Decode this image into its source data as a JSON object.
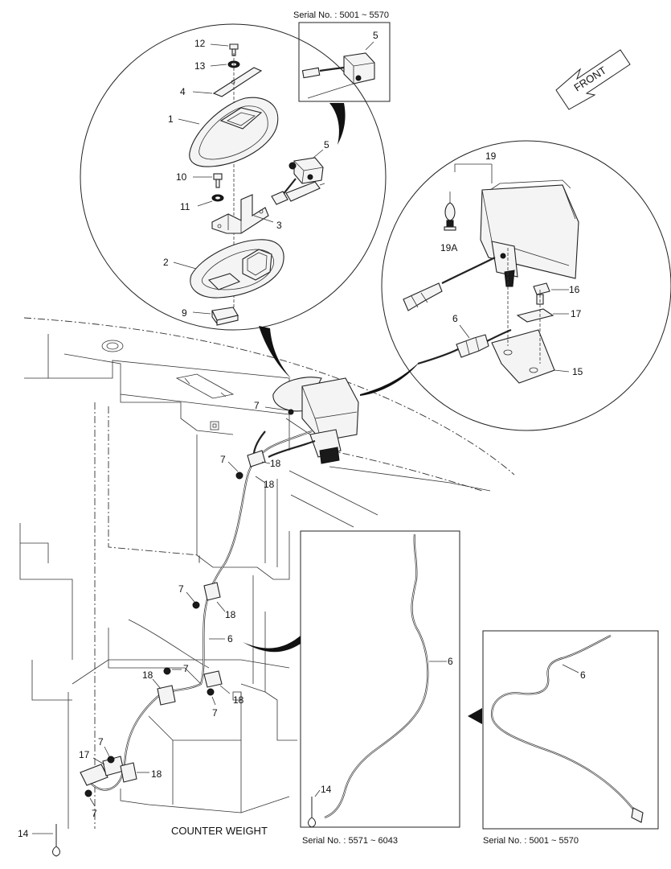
{
  "serial_top": "Serial No. : 5001 ~ 5570",
  "serial_mid": "Serial No. : 5571 ~ 6043",
  "serial_right": "Serial No. : 5001 ~ 5570",
  "front_label": "FRONT",
  "counter_weight_label": "COUNTER WEIGHT",
  "part_numbers": {
    "p1": "1",
    "p2": "2",
    "p3": "3",
    "p4": "4",
    "p5": "5",
    "p6": "6",
    "p7": "7",
    "p9": "9",
    "p10": "10",
    "p11": "11",
    "p12": "12",
    "p13": "13",
    "p14": "14",
    "p15": "15",
    "p16": "16",
    "p17": "17",
    "p18": "18",
    "p19": "19",
    "p19a": "19A"
  }
}
